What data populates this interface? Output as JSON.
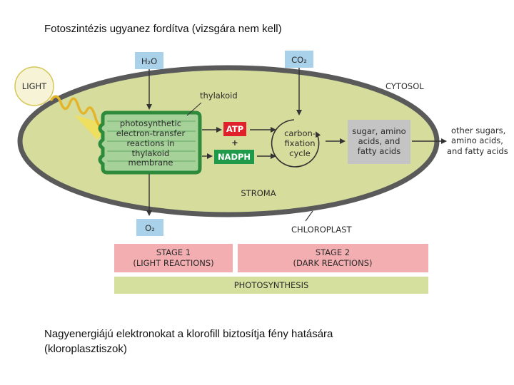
{
  "slide": {
    "title": "Fotoszintézis ugyanez fordítva (vizsgára nem kell)",
    "caption_line1": "Nagyenergiájú elektronokat a klorofill biztosítja fény hatására",
    "caption_line2": "(kloroplasztiszok)"
  },
  "diagram": {
    "light_label": "LIGHT",
    "h2o_label": "H₂O",
    "co2_label": "CO₂",
    "o2_label": "O₂",
    "cytosol_label": "CYTOSOL",
    "thylakoid_label": "thylakoid",
    "stroma_label": "STROMA",
    "chloroplast_label": "CHLOROPLAST",
    "electron_transfer_lines": [
      "photosynthetic",
      "electron-transfer",
      "reactions in",
      "thylakoid",
      "membrane"
    ],
    "atp_label": "ATP",
    "plus_label": "+",
    "nadph_label": "NADPH",
    "cycle_lines": [
      "carbon-",
      "fixation",
      "cycle"
    ],
    "sugar_lines": [
      "sugar, amino",
      "acids, and",
      "fatty acids"
    ],
    "other_lines": [
      "other sugars,",
      "amino acids,",
      "and fatty acids"
    ],
    "stage1_lines": [
      "STAGE 1",
      "(LIGHT REACTIONS)"
    ],
    "stage2_lines": [
      "STAGE 2",
      "(DARK REACTIONS)"
    ],
    "photosynthesis_label": "PHOTOSYNTHESIS",
    "colors": {
      "ellipse_fill": "#d6dd9c",
      "ellipse_stroke": "#5a5a5a",
      "thylakoid_fill": "#a6d29a",
      "thylakoid_stroke": "#2e8b3c",
      "molecule_box": "#a9d1ea",
      "atp_red": "#e0202a",
      "nadph_green": "#1f9a4a",
      "sugar_box": "#c4c4c4",
      "stage_pink": "#f2aeb0",
      "photosynthesis_bar": "#d6e09e",
      "light_yellow": "#f2df5a"
    }
  }
}
